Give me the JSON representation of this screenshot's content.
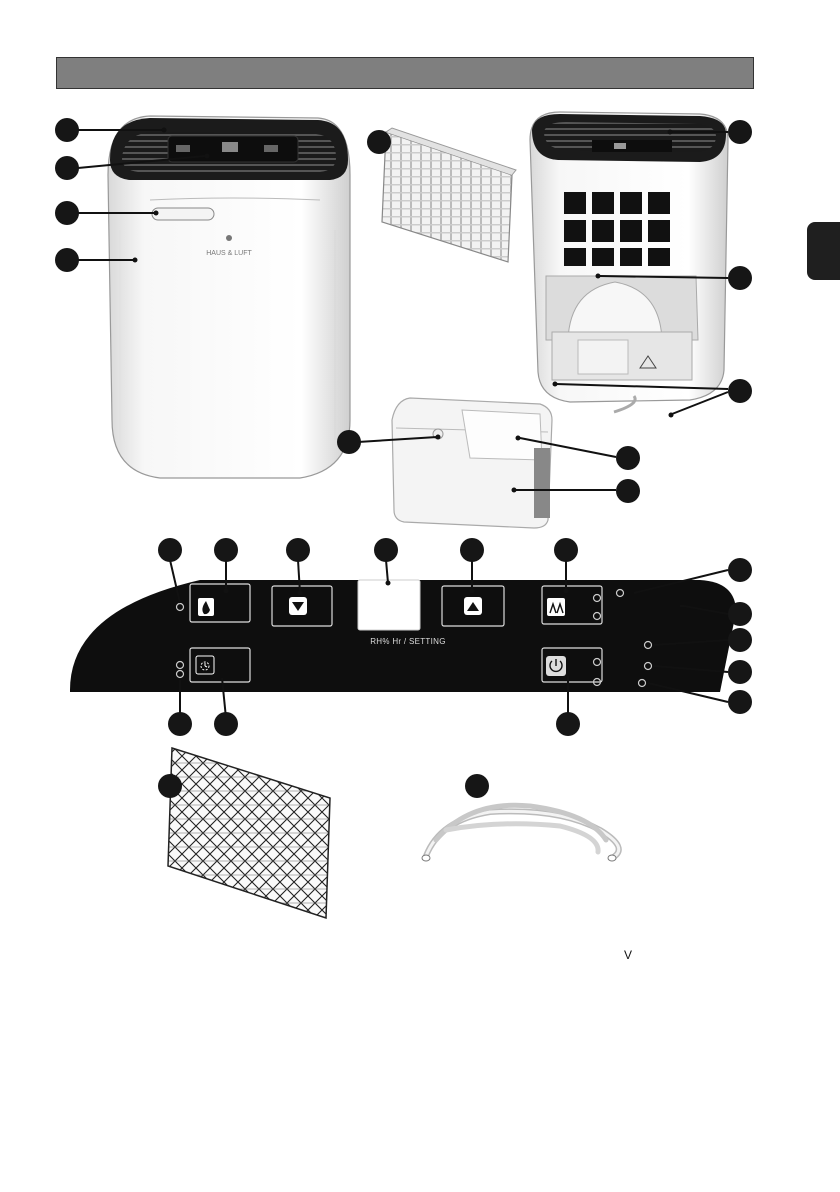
{
  "page": {
    "header_bar_color": "#7f7f7f",
    "side_tab_color": "#1f1f1f"
  },
  "device": {
    "brand_logo_text": "HAUS & LUFT"
  },
  "control_panel": {
    "display_label_rh": "RH%",
    "display_label_hr": "Hr",
    "display_label_setting": "/ SETTING",
    "icons": [
      "water-drop-icon",
      "arrow-down-icon",
      "arrow-up-icon",
      "fan-speed-icon",
      "timer-icon",
      "power-icon"
    ]
  },
  "footer": {
    "mark": "V"
  }
}
